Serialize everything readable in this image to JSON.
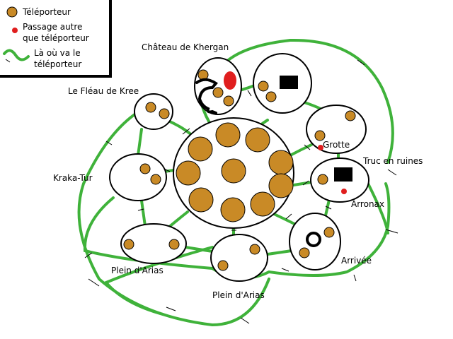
{
  "legend": {
    "teleporter": "Téléporteur",
    "passage_line1": "Passage autre",
    "passage_line2": "que téléporteur",
    "destination_line1": "Là où va le",
    "destination_line2": "téléporteur"
  },
  "places": {
    "chateau": "Château de Khergan",
    "fleau": "Le Fléau de Kree",
    "kraka": "Kraka-Tur",
    "plein_arias_left": "Plein d'Arias",
    "plein_arias_bottom": "Plein d'Arias",
    "grotte": "Grotte",
    "truc": "Truc en ruines",
    "arronax": "Arronax",
    "arrivee": "Arrivée"
  },
  "colors": {
    "teleporter_fill": "#c98a26",
    "path_green": "#3fb23a",
    "passage_red": "#e01e1e",
    "outline": "#000000"
  }
}
